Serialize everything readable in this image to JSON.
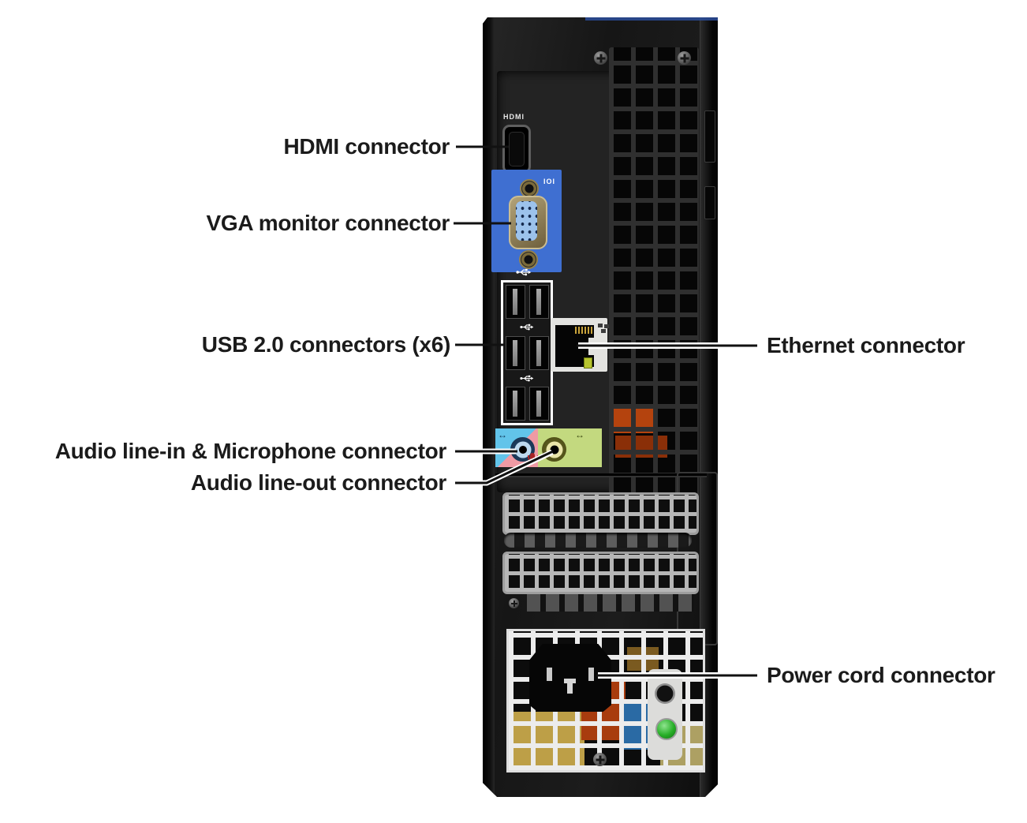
{
  "figure": {
    "type": "annotated-hardware-diagram",
    "subject": "Rear view of a small-form-factor desktop computer tower with port callouts"
  },
  "callouts": {
    "hdmi": {
      "label": "HDMI connector"
    },
    "vga": {
      "label": "VGA monitor connector"
    },
    "usb": {
      "label": "USB 2.0 connectors (x6)"
    },
    "ethernet": {
      "label": "Ethernet connector"
    },
    "audio_in": {
      "label": "Audio line-in & Microphone connector"
    },
    "audio_out": {
      "label": "Audio line-out connector"
    },
    "power": {
      "label": "Power cord connector"
    }
  },
  "chassis_markings": {
    "hdmi": "HDMI",
    "vga_glyph": "IOI",
    "audio_in_glyph": "↔",
    "audio_out_glyph": "↔"
  },
  "colors": {
    "chassis_black": "#1a1a1a",
    "vga_panel_blue": "#3f6fd1",
    "vga_insert_blue": "#9cc2ec",
    "audio_line_in_blue": "#62c4ea",
    "audio_mic_pink": "#ef9aa4",
    "audio_line_out_green": "#c3d97f",
    "ethernet_panel_white": "#e3e3e0",
    "ethernet_led_yellowgreen": "#b7c42f",
    "power_led_green": "#27ae27",
    "slot_cover_silver": "#b6b6b6",
    "psu_mesh_white": "#ececec",
    "label_text": "#1b1b1b"
  }
}
